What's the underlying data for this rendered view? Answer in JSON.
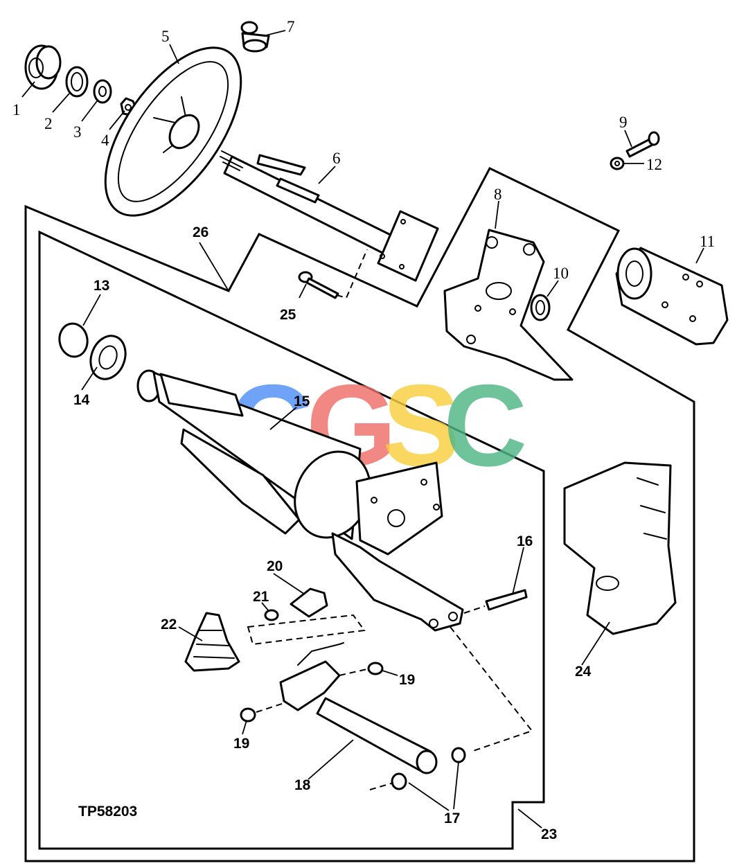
{
  "figure_id": "TP58203",
  "watermark": {
    "letters": [
      {
        "char": "C",
        "color": "#4f8ff7"
      },
      {
        "char": "G",
        "color": "#ef6f68"
      },
      {
        "char": "S",
        "color": "#f8cf3f"
      },
      {
        "char": "C",
        "color": "#4fb686"
      }
    ]
  },
  "callouts": {
    "c1": "1",
    "c2": "2",
    "c3": "3",
    "c4": "4",
    "c5": "5",
    "c6": "6",
    "c7": "7",
    "c8": "8",
    "c9": "9",
    "c10": "10",
    "c11": "11",
    "c12": "12",
    "c13": "13",
    "c14": "14",
    "c15": "15",
    "c16": "16",
    "c17a": "17",
    "c17b": "17",
    "c18": "18",
    "c19a": "19",
    "c19b": "19",
    "c20": "20",
    "c21": "21",
    "c22": "22",
    "c23": "23",
    "c24": "24",
    "c25": "25",
    "c26": "26"
  }
}
